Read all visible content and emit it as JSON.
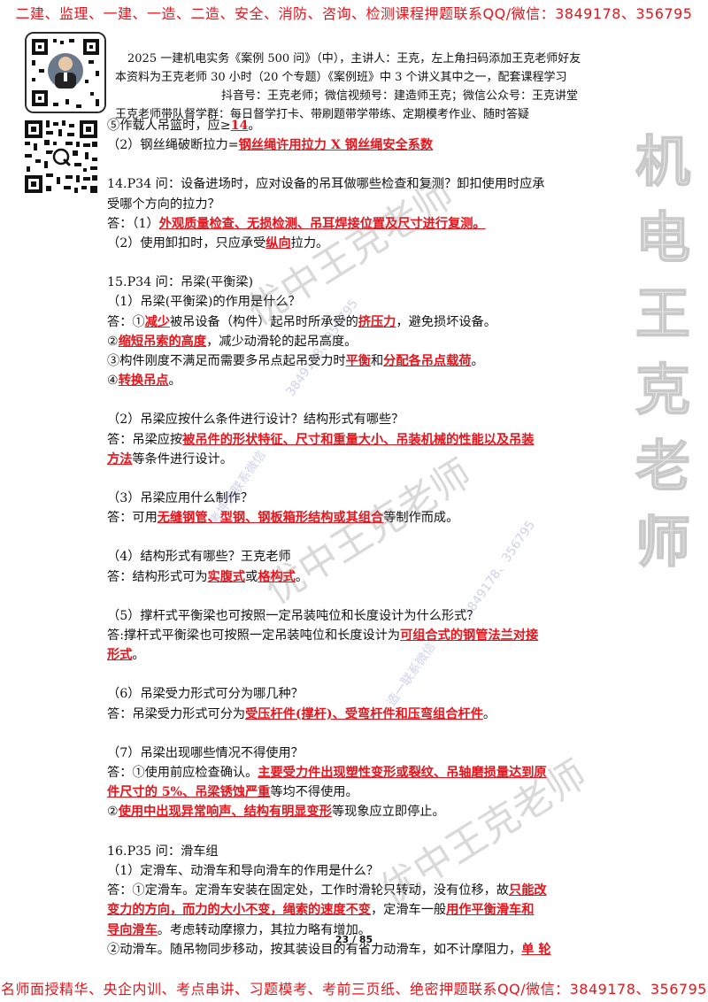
{
  "banner_top": "二建、监理、一建、一造、二造、安全、消防、咨询、检测课程押题联系QQ/微信：3849178、356795",
  "banner_bottom": "名师面授精华、央企内训、考点串讲、习题模考、考前三页纸、绝密押题联系QQ/微信：3849178、356795",
  "header": {
    "line1": "2025 一建机电实务《案例 500 问》（中），主讲人：王克，左上角扫码添加王克老师好友",
    "line2": "本资料为王克老师 30 小时（20 个专题）《案例班》中 3 个讲义其中之一，配套课程学习",
    "line3": "抖音号：王克老师；微信视频号：建造师王克；微信公众号：王克讲堂",
    "line4": "王克老师带队督学群：每日督学打卡、带刷题带学带练、定期模考作业、随时答疑"
  },
  "lines": {
    "l01a": "⑤作载人吊篮时，应≥",
    "l01b": "14",
    "l01c": "。",
    "l02a": "（2）钢丝绳破断拉力=",
    "l02b": "钢丝绳许用拉力 X 钢丝绳安全系数",
    "l03": "14.P34 问：设备进场时，应对设备的吊耳做哪些检查和复测？卸扣使用时应承",
    "l04": "受哪个方向的拉力？",
    "l05a": "答：（1）",
    "l05b": "外观质量检查、无损检测、吊耳焊接位置及尺寸进行复测。",
    "l06a": "（2）使用卸扣时，只应承受",
    "l06b": "纵向",
    "l06c": "拉力。",
    "l07": "15.P34 问：吊梁(平衡梁)",
    "l08": "（1）吊梁(平衡梁)的作用是什么？",
    "l09a": "答：①",
    "l09b": "减少",
    "l09c": "被吊设备（构件）起吊时所承受的",
    "l09d": "挤压力",
    "l09e": "，避免损坏设备。",
    "l10a": "②",
    "l10b": "缩短吊索的高度",
    "l10c": "，减少动滑轮的起吊高度。",
    "l11a": "③构件刚度不满足而需要多吊点起吊受力时",
    "l11b": "平衡",
    "l11c": "和",
    "l11d": "分配各吊点载荷",
    "l11e": "。",
    "l12a": "④",
    "l12b": "转换吊点",
    "l12c": "。",
    "l13": "（2）吊梁应按什么条件进行设计？结构形式有哪些？",
    "l14a": "答：吊梁应按",
    "l14b": "被吊件的形状特征、尺寸和重量大小、吊装机械的性能以及吊装",
    "l15a": "方法",
    "l15b": "等条件进行设计。",
    "l16": "（3）吊梁应用什么制作？",
    "l17a": "答：可用",
    "l17b": "无缝钢管、型钢、钢板箱形结构或其组合",
    "l17c": "等制作而成。",
    "l18": "（4）结构形式有哪些？王克老师",
    "l19a": "答：结构形式可为",
    "l19b": "实腹式",
    "l19c": "或",
    "l19d": "格构式",
    "l19e": "。",
    "l20": "（5）撑杆式平衡梁也可按照一定吊装吨位和长度设计为什么形式？",
    "l21a": "答:撑杆式平衡梁也可按照一定吊装吨位和长度设计为",
    "l21b": "可组合式的钢管法兰对接",
    "l22a": "形式",
    "l22b": "。",
    "l23": "（6）吊梁受力形式可分为哪几种？",
    "l24a": "答：吊梁受力形式可分为",
    "l24b": "受压杆件(撑杆)、受弯杆件和压弯组合杆件",
    "l24c": "。",
    "l25": "（7）吊梁出现哪些情况不得使用？",
    "l26a": "答：①使用前应检查确认。",
    "l26b": "主要受力件出现塑性变形或裂纹、吊轴磨损量达到原",
    "l27a": "件尺寸的 5%、吊梁锈蚀严重",
    "l27b": "等均不得使用。",
    "l28a": "②",
    "l28b": "使用中出现异常响声、结构有明显变形",
    "l28c": "等现象应立即停止。",
    "l29": "16.P35 问：滑车组",
    "l30": "（1）定滑车、动滑车和导向滑车的作用是什么？",
    "l31a": "答：①定滑车。定滑车安装在固定处，工作时滑轮只转动，没有位移，故",
    "l31b": "只能改",
    "l32a": "变力的方向，而力的大小不变，绳索的速度不变",
    "l32b": "，定滑车一般",
    "l32c": "用作平衡滑车和",
    "l33a": "导向滑车",
    "l33b": "。考虑转动摩擦力，其拉力略有增加。",
    "l34a": "②动滑车。随吊物同步移动，按其装设目的有省力动滑车，如不计摩阻力，",
    "l34b": "单 轮"
  },
  "side_watermark": [
    "机",
    "电",
    "王",
    "克",
    "老",
    "师"
  ],
  "watermarks": {
    "w1": "优中王克老师",
    "w2": "优中王克老师",
    "w3": "优中王克老师",
    "w4": "考押题联系微信",
    "w5": "3849178、356795",
    "w6": "3849178、356795",
    "w7": "造一联系微信"
  },
  "page_number": "23 / 85"
}
